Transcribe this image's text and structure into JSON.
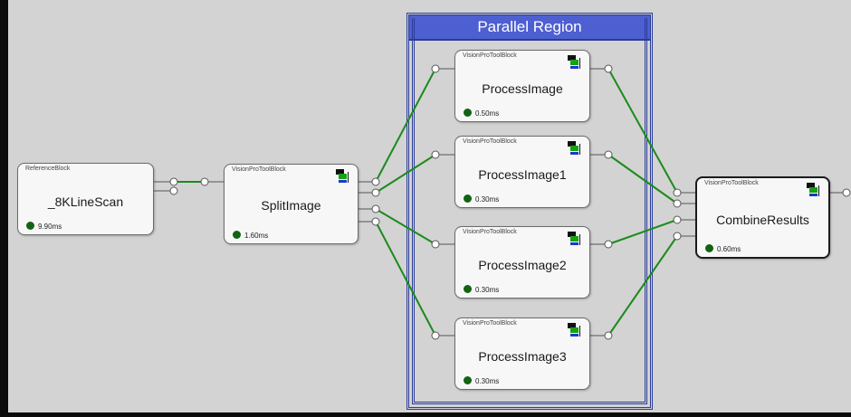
{
  "region": {
    "title": "Parallel Region"
  },
  "blocks": {
    "line_scan": {
      "kind": "ReferenceBlock",
      "name": "_8KLineScan",
      "time": "9.90ms"
    },
    "split": {
      "kind": "VisionProToolBlock",
      "name": "SplitImage",
      "time": "1.60ms"
    },
    "proc0": {
      "kind": "VisionProToolBlock",
      "name": "ProcessImage",
      "time": "0.50ms"
    },
    "proc1": {
      "kind": "VisionProToolBlock",
      "name": "ProcessImage1",
      "time": "0.30ms"
    },
    "proc2": {
      "kind": "VisionProToolBlock",
      "name": "ProcessImage2",
      "time": "0.30ms"
    },
    "proc3": {
      "kind": "VisionProToolBlock",
      "name": "ProcessImage3",
      "time": "0.30ms"
    },
    "combine": {
      "kind": "VisionProToolBlock",
      "name": "CombineResults",
      "time": "0.60ms"
    }
  },
  "colors": {
    "wire": "#1c8a1c",
    "region_header": "#4d5fd1",
    "status_dot": "#126312",
    "canvas": "#d3d3d3"
  },
  "icons": {
    "tool_block_icon": "vpro-tool-icon",
    "status_dot": "status-dot-icon"
  }
}
